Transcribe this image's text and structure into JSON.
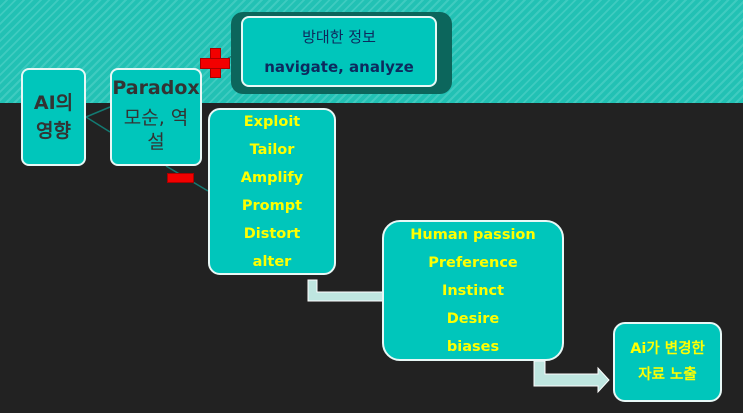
{
  "root": {
    "line1": "AI의",
    "line2": "영향"
  },
  "paradox": {
    "title": "Paradox",
    "subtitle": "모순, 역설"
  },
  "positive": {
    "sign": "plus",
    "line1": "방대한 정보",
    "line2": "navigate, analyze"
  },
  "negative": {
    "sign": "minus",
    "items": [
      "Exploit",
      "Tailor",
      "Amplify",
      "Prompt",
      "Distort",
      "alter"
    ]
  },
  "human": {
    "items": [
      "Human passion",
      "Preference",
      "Instinct",
      "Desire",
      "biases"
    ]
  },
  "result": {
    "line1": "Ai가 변경한",
    "line2": "자료 노출"
  },
  "colors": {
    "box": "#00c6bb",
    "highlight": "#ffff00",
    "sign": "#f20000",
    "background": "#222222",
    "band": "#22c1b4"
  }
}
